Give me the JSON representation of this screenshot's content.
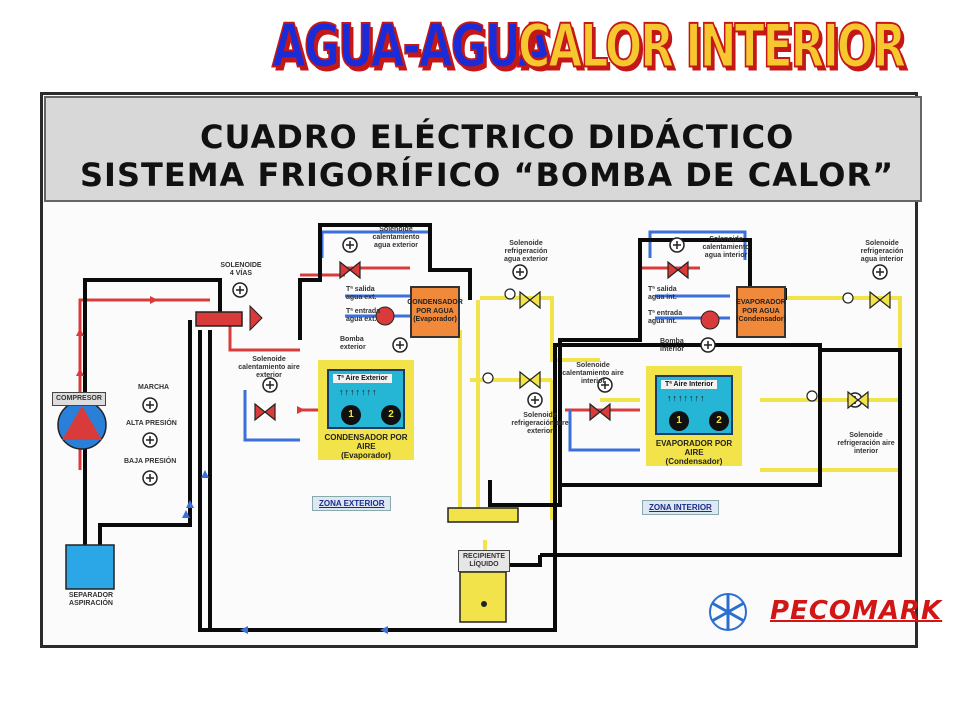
{
  "headings": {
    "left": "AGUA-AGUA",
    "right": "CALOR INTERIOR"
  },
  "title": {
    "line1": "CUADRO ELÉCTRICO DIDÁCTICO",
    "line2": "SISTEMA FRIGORÍFICO “BOMBA DE CALOR”"
  },
  "left_controls": {
    "compresor": "COMPRESOR",
    "marcha": "MARCHA",
    "alta": "ALTA PRESIÓN",
    "baja": "BAJA PRESIÓN",
    "separador": "SEPARADOR ASPIRACIÓN"
  },
  "valves": {
    "four_way": "SOLENOIDE 4 VÍAS",
    "heat_ext_water": "Solenoide calentamiento agua exterior",
    "cool_ext_water": "Solenoide refrigeración agua exterior",
    "heat_ext_air": "Solenoide calentamiento aire exterior",
    "cool_ext_air": "Solenoide refrigeración aire exterior",
    "heat_int_water": "Solenoide calentamiento agua interior",
    "cool_int_water": "Solenoide refrigeración agua interior",
    "heat_int_air": "Solenoide calentamiento aire interior",
    "cool_int_air": "Solenoide refrigeración aire interior"
  },
  "water_labels": {
    "ext_out": "Tª salida agua ext.",
    "ext_in": "Tª entrada agua ext.",
    "ext_pump": "Bomba exterior",
    "int_out": "Tª salida agua int.",
    "int_in": "Tª entrada agua int.",
    "int_pump": "Bomba interior"
  },
  "exchangers": {
    "condensador_agua": "CONDENSADOR POR AGUA (Evaporador)",
    "evaporador_agua": "EVAPORADOR POR AGUA (Condensador)"
  },
  "units": {
    "exterior": {
      "tag": "Tª Aire Exterior",
      "caption1": "CONDENSADOR POR AIRE",
      "caption2": "(Evaporador)",
      "fan1": "1",
      "fan2": "2"
    },
    "interior": {
      "tag": "Tª Aire Interior",
      "caption1": "EVAPORADOR POR AIRE",
      "caption2": "(Condensador)",
      "fan1": "1",
      "fan2": "2"
    },
    "arrows": "↑↑↑↑↑↑↑"
  },
  "zones": {
    "exterior": "ZONA EXTERIOR",
    "interior": "ZONA INTERIOR"
  },
  "recipiente": "RECIPIENTE LÍQUIDO",
  "brand": "PECOMARK",
  "colors": {
    "red_line": "#d93b3b",
    "blue_line": "#3b6fd9",
    "yellow_line": "#f2e34a",
    "black_line": "#0a0a0a"
  }
}
